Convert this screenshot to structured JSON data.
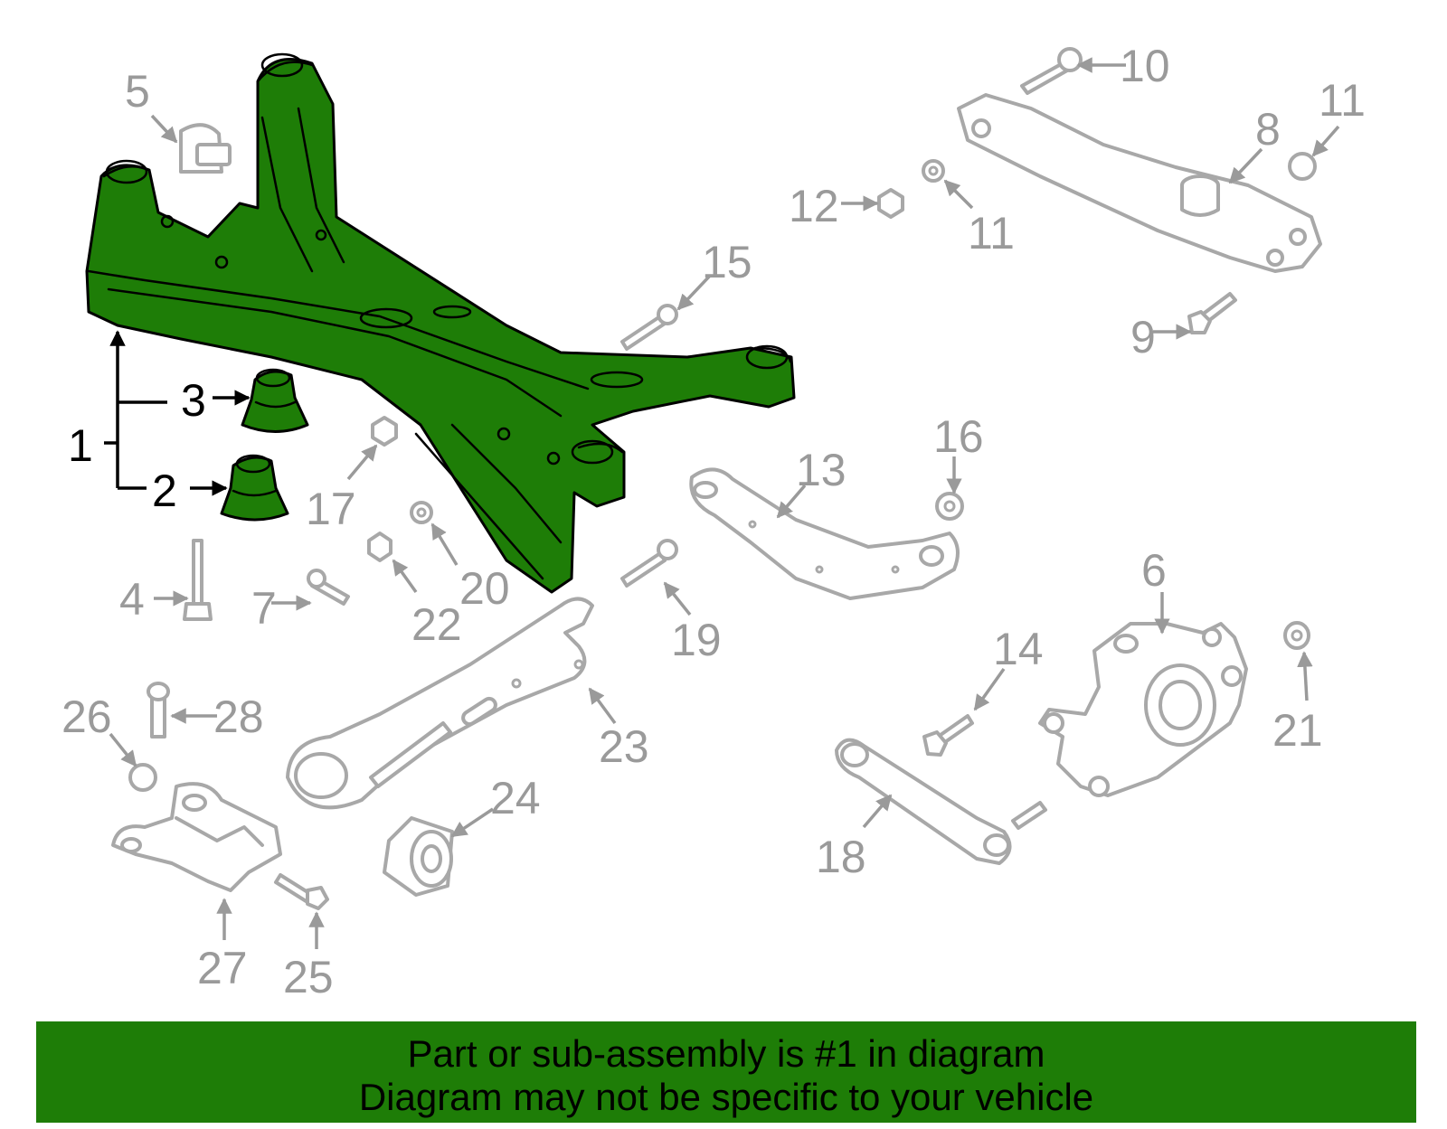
{
  "callouts": {
    "c1": "1",
    "c2": "2",
    "c3": "3",
    "c4": "4",
    "c5": "5",
    "c6": "6",
    "c7": "7",
    "c8": "8",
    "c9": "9",
    "c10": "10",
    "c11a": "11",
    "c11b": "11",
    "c12": "12",
    "c13": "13",
    "c14": "14",
    "c15": "15",
    "c16": "16",
    "c17": "17",
    "c18": "18",
    "c19": "19",
    "c20": "20",
    "c21": "21",
    "c22": "22",
    "c23": "23",
    "c24": "24",
    "c25": "25",
    "c26": "26",
    "c27": "27",
    "c28": "28"
  },
  "banner": {
    "line1": "Part or sub-assembly is #1 in diagram",
    "line2": "Diagram may not be specific to your vehicle"
  },
  "colors": {
    "highlight": "#1e7d07",
    "part_outline": "#a8a8a8",
    "callout_gray": "#9a9a9a"
  }
}
